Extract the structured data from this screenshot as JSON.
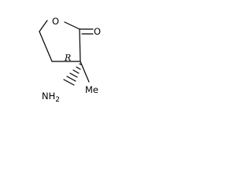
{
  "molecule": {
    "ring_oxygen": "O",
    "carbonyl_oxygen": "O",
    "stereo_descriptor": "R",
    "amino_group": "NH",
    "amino_subscript": "2",
    "methyl_group": "Me"
  }
}
